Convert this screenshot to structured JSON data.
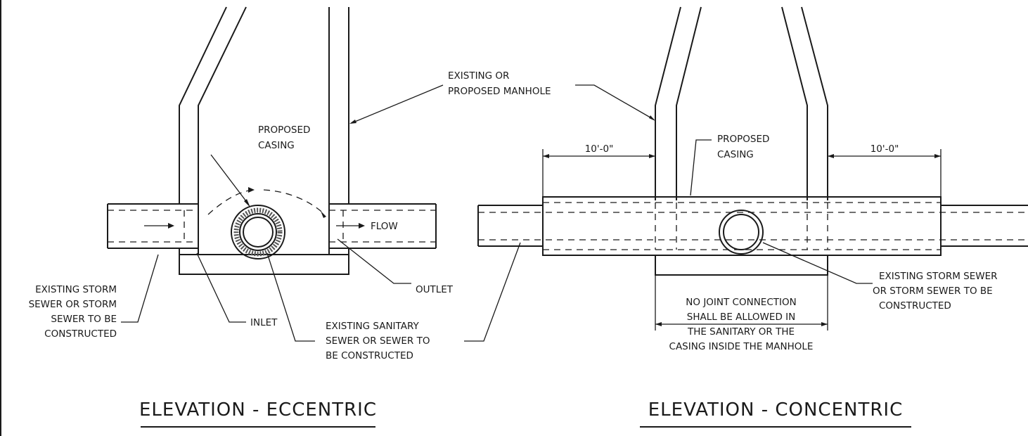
{
  "views": {
    "eccentric": {
      "title": "ELEVATION - ECCENTRIC",
      "labels": {
        "proposed_casing": [
          "PROPOSED",
          "CASING"
        ],
        "flow": "FLOW",
        "existing_storm": [
          "EXISTING STORM",
          "SEWER OR STORM",
          "SEWER TO BE",
          "CONSTRUCTED"
        ],
        "inlet": "INLET",
        "outlet": "OUTLET",
        "existing_sanitary": [
          "EXISTING SANITARY",
          "SEWER OR SEWER TO",
          "BE CONSTRUCTED"
        ]
      }
    },
    "concentric": {
      "title": "ELEVATION - CONCENTRIC",
      "labels": {
        "manhole": [
          "EXISTING OR",
          "PROPOSED MANHOLE"
        ],
        "proposed_casing": [
          "PROPOSED",
          "CASING"
        ],
        "dim_left": "10'-0\"",
        "dim_right": "10'-0\"",
        "existing_storm": [
          "EXISTING STORM SEWER",
          "OR STORM SEWER TO BE",
          "CONSTRUCTED"
        ],
        "no_joint": [
          "NO JOINT CONNECTION",
          "SHALL BE ALLOWED IN",
          "THE SANITARY OR THE",
          "CASING INSIDE THE MANHOLE"
        ]
      }
    }
  }
}
